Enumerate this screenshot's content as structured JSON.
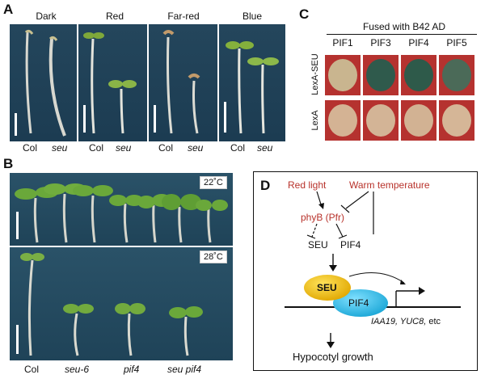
{
  "panels": {
    "A": {
      "label": "A",
      "conditions": [
        "Dark",
        "Red",
        "Far-red",
        "Blue"
      ],
      "genotypes": [
        {
          "col": "Col",
          "mut": "seu"
        },
        {
          "col": "Col",
          "mut": "seu"
        },
        {
          "col": "Col",
          "mut": "seu"
        },
        {
          "col": "Col",
          "mut": "seu"
        }
      ]
    },
    "B": {
      "label": "B",
      "temps": [
        "22˚C",
        "28˚C"
      ],
      "genotypes": [
        "Col",
        "seu-6",
        "pif4",
        "seu pif4"
      ]
    },
    "C": {
      "label": "C",
      "header": "Fused with B42 AD",
      "columns": [
        "PIF1",
        "PIF3",
        "PIF4",
        "PIF5"
      ],
      "rows": [
        {
          "label": "LexA-SEU",
          "colonies": [
            "#c9b58f",
            "#2f5a4c",
            "#2e5a4a",
            "#4b6a58"
          ]
        },
        {
          "label": "LexA",
          "colonies": [
            "#d4b394",
            "#d3b496",
            "#d2b293",
            "#d5b697"
          ]
        }
      ]
    },
    "D": {
      "label": "D",
      "red_light": "Red light",
      "warm_temp": "Warm temperature",
      "phyb": "phyB (Pfr)",
      "seu": "SEU",
      "pif4": "PIF4",
      "seu_protein": "SEU",
      "pif4_protein": "PIF4",
      "genes": "IAA19, YUC8,",
      "genes_etc": " etc",
      "output": "Hypocotyl growth"
    }
  }
}
